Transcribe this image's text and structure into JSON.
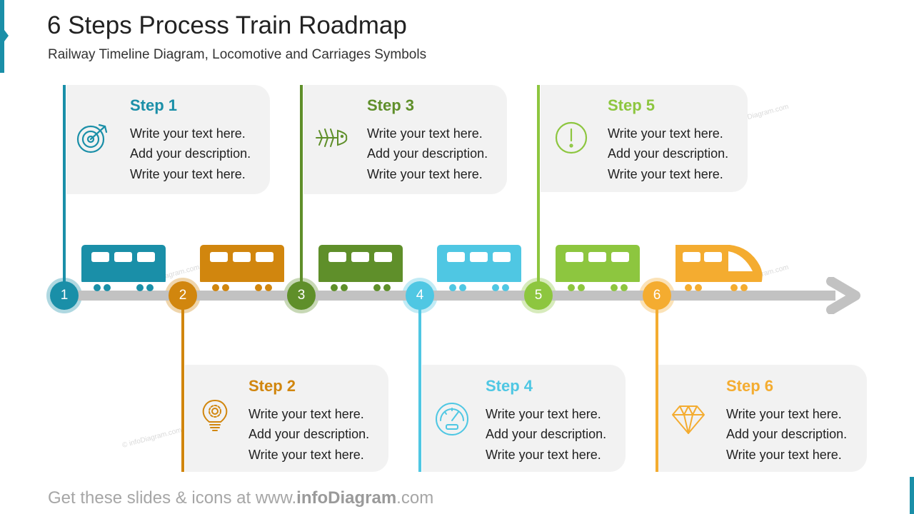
{
  "title": "6 Steps Process Train Roadmap",
  "subtitle": "Railway Timeline Diagram, Locomotive and Carriages Symbols",
  "footer": {
    "prefix": "Get these slides & icons at www.",
    "brand": "infoDiagram",
    "suffix": ".com"
  },
  "watermark": "© infoDiagram.com",
  "colors": {
    "step1": "#1a8fa8",
    "step2": "#d1860e",
    "step3": "#5f8f2a",
    "step4": "#4fc7e3",
    "step5": "#8dc63f",
    "step6": "#f4ac30",
    "track": "#c2c2c2",
    "card": "#f2f2f2"
  },
  "steps": [
    {
      "number": "1",
      "heading": "Step 1",
      "icon": "target-icon",
      "lines": [
        "Write your text here.",
        "Add your description.",
        "Write your text here."
      ]
    },
    {
      "number": "2",
      "heading": "Step 2",
      "icon": "lightbulb-gear-icon",
      "lines": [
        "Write your text here.",
        "Add your description.",
        "Write your text here."
      ]
    },
    {
      "number": "3",
      "heading": "Step 3",
      "icon": "fishbone-icon",
      "lines": [
        "Write your text here.",
        "Add your description.",
        "Write your text here."
      ]
    },
    {
      "number": "4",
      "heading": "Step 4",
      "icon": "speedometer-icon",
      "lines": [
        "Write your text here.",
        "Add your description.",
        "Write your text here."
      ]
    },
    {
      "number": "5",
      "heading": "Step 5",
      "icon": "exclamation-circle-icon",
      "lines": [
        "Write your text here.",
        "Add your description.",
        "Write your text here."
      ]
    },
    {
      "number": "6",
      "heading": "Step 6",
      "icon": "diamond-icon",
      "lines": [
        "Write your text here.",
        "Add your description.",
        "Write your text here."
      ]
    }
  ]
}
